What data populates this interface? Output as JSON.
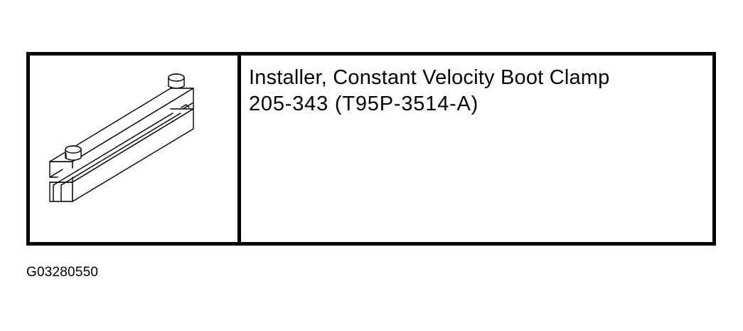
{
  "tool": {
    "name": "Installer, Constant Velocity Boot Clamp",
    "number": "205-343 (T95P-3514-A)",
    "illustration_icon": "boot-clamp-installer-illustration"
  },
  "figure": {
    "id": "G03280550"
  }
}
